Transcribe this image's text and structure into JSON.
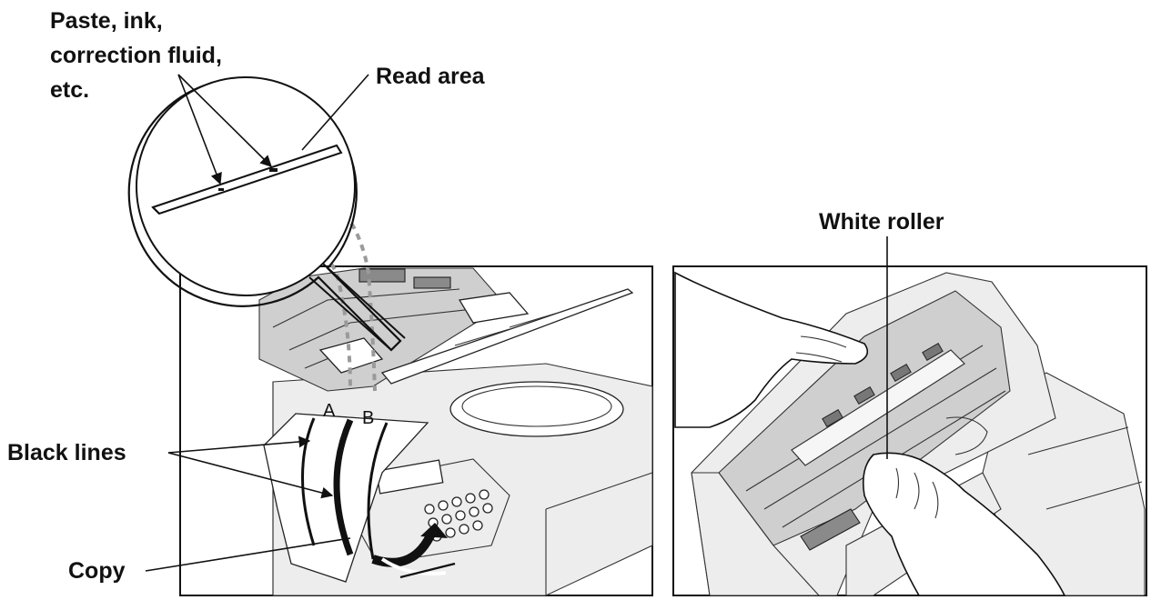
{
  "labels": {
    "paste_line1": "Paste, ink,",
    "paste_line2": "correction fluid,",
    "paste_line3": "etc.",
    "read_area": "Read area",
    "white_roller": "White roller",
    "black_lines": "Black lines",
    "copy": "Copy",
    "letter_a": "A",
    "letter_b": "B"
  },
  "colors": {
    "line": "#111111",
    "gray": "#9a9a9a",
    "shade": "#cfcfcf"
  }
}
